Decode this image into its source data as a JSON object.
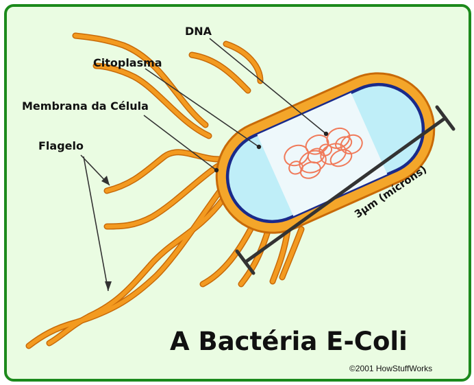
{
  "labels": {
    "dna": "DNA",
    "citoplasma": "Citoplasma",
    "membrana": "Membrana da Célula",
    "flagelo": "Flagelo",
    "scale": "3μm (mícrons)"
  },
  "title": "A Bactéria E-Coli",
  "credit": "©2001 HowStuffWorks",
  "colors": {
    "border": "#1c8a1c",
    "background": "#eafce2",
    "flagella": "#f09a1e",
    "membrane": "#f4a62a",
    "cytoplasm": "#bfeef8",
    "nucleoid": "#eef8fb",
    "dna": "#f07a5a",
    "envelope_line": "#1a2a8a",
    "pointer": "#333333"
  }
}
